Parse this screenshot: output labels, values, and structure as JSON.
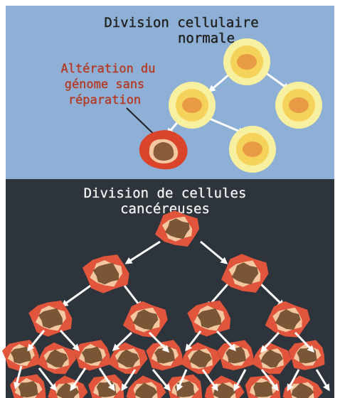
{
  "top_panel": {
    "title_line1": "Division cellulaire",
    "title_line2": "normale",
    "alteration_line1": "Altération du",
    "alteration_line2": "génome sans",
    "alteration_line3": "réparation",
    "colors": {
      "background": "#8fb0d6",
      "healthy_cell_outer": "#f7f0a0",
      "healthy_cell_ring": "#f5d35a",
      "healthy_cell_nucleus": "#e89a45",
      "altered_cell_outer": "#d9442a",
      "altered_cell_nucleus": "#8a5a3a",
      "arrow": "#ffffff"
    }
  },
  "bottom_panel": {
    "title_line1": "Division de cellules",
    "title_line2": "cancéreuses",
    "colors": {
      "background": "#2d343c",
      "cancer_cell_outer": "#e0553b",
      "cancer_cell_ring": "#f3c7a0",
      "cancer_cell_nucleus": "#7a5536",
      "arrow": "#ffffff"
    }
  }
}
